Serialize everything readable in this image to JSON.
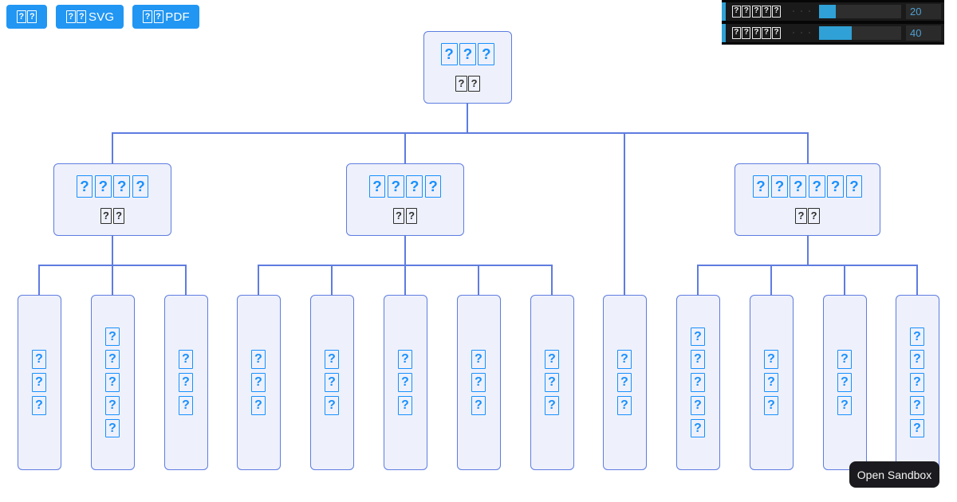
{
  "toolbar": {
    "buttons": [
      {
        "id": "download",
        "tofu_label": "??",
        "text": ""
      },
      {
        "id": "download-svg",
        "tofu_label": "??",
        "text": "SVG"
      },
      {
        "id": "download-pdf",
        "tofu_label": "??",
        "text": "PDF"
      }
    ]
  },
  "gui_panel": {
    "rows": [
      {
        "label_tofu": "?????",
        "value": "20",
        "percent": 20
      },
      {
        "label_tofu": "?????",
        "value": "40",
        "percent": 40
      }
    ]
  },
  "org_chart": {
    "root": {
      "title_tofu": "???",
      "subtitle_tofu": "??"
    },
    "branches": [
      {
        "type": "department",
        "title_tofu": "????",
        "subtitle_tofu": "??",
        "leaf_labels_tofu": [
          "???",
          "?????",
          "???"
        ]
      },
      {
        "type": "department",
        "title_tofu": "????",
        "subtitle_tofu": "??",
        "leaf_labels_tofu": [
          "???",
          "???",
          "???",
          "???",
          "???"
        ]
      },
      {
        "type": "leaf",
        "label_tofu": "???"
      },
      {
        "type": "department",
        "title_tofu": "??????",
        "subtitle_tofu": "??",
        "leaf_labels_tofu": [
          "?????",
          "???",
          "???",
          "?????"
        ]
      }
    ]
  },
  "sandbox_button": {
    "label": "Open Sandbox"
  },
  "colors": {
    "toolbar_button_bg": "#2196f3",
    "node_border": "#5e7ce0",
    "node_bg": "#eef1fb",
    "glyph_blue": "#1890ff",
    "connector": "#5e7ce0",
    "gui_accent": "#2fa1d6",
    "gui_value_text": "#4f9fd0"
  }
}
